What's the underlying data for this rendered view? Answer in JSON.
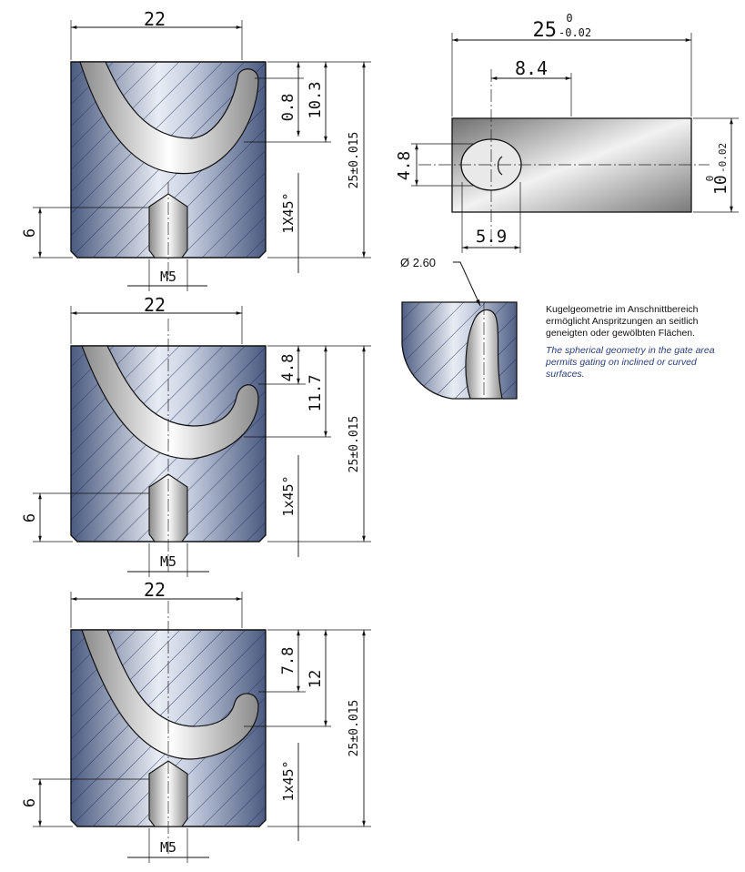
{
  "top_view": {
    "width": "22",
    "dim_a": "0.8",
    "dim_b": "10.3",
    "height": "25±0.015",
    "chamfer": "1X45°",
    "bottom": "6",
    "thread": "M5"
  },
  "middle_view": {
    "width": "22",
    "dim_a": "4.8",
    "dim_b": "11.7",
    "height": "25±0.015",
    "chamfer": "1x45°",
    "bottom": "6",
    "thread": "M5"
  },
  "lower_view": {
    "width": "22",
    "dim_a": "7.8",
    "dim_b": "12",
    "height": "25±0.015",
    "chamfer": "1x45°",
    "bottom": "6",
    "thread": "M5"
  },
  "side_view": {
    "length_main": "25",
    "length_upper_tol": "0",
    "length_lower_tol": "-0.02",
    "offset": "8.4",
    "hole_height": "4.8",
    "hole_width": "5.9",
    "thickness_main": "10",
    "thickness_upper_tol": "0",
    "thickness_lower_tol": "-0.02"
  },
  "detail": {
    "diameter": "Ø 2.60"
  },
  "note": {
    "german": "Kugelgeometrie im Anschnittbereich ermöglicht Anspritzungen an seitlich geneigten oder gewölbten Flächen.",
    "english": "The spherical geometry in the gate area permits gating on inclined or curved surfaces."
  },
  "colors": {
    "steel_dark": "#4a5a80",
    "steel_light": "#e8ecf4",
    "channel_light": "#ffffff",
    "channel_dark": "#8a8a8a",
    "side_block_dark": "#6f6f6f",
    "side_block_light": "#f2f2f2",
    "hatch": "#1c2a55",
    "english_note": "#2a3f7a"
  }
}
